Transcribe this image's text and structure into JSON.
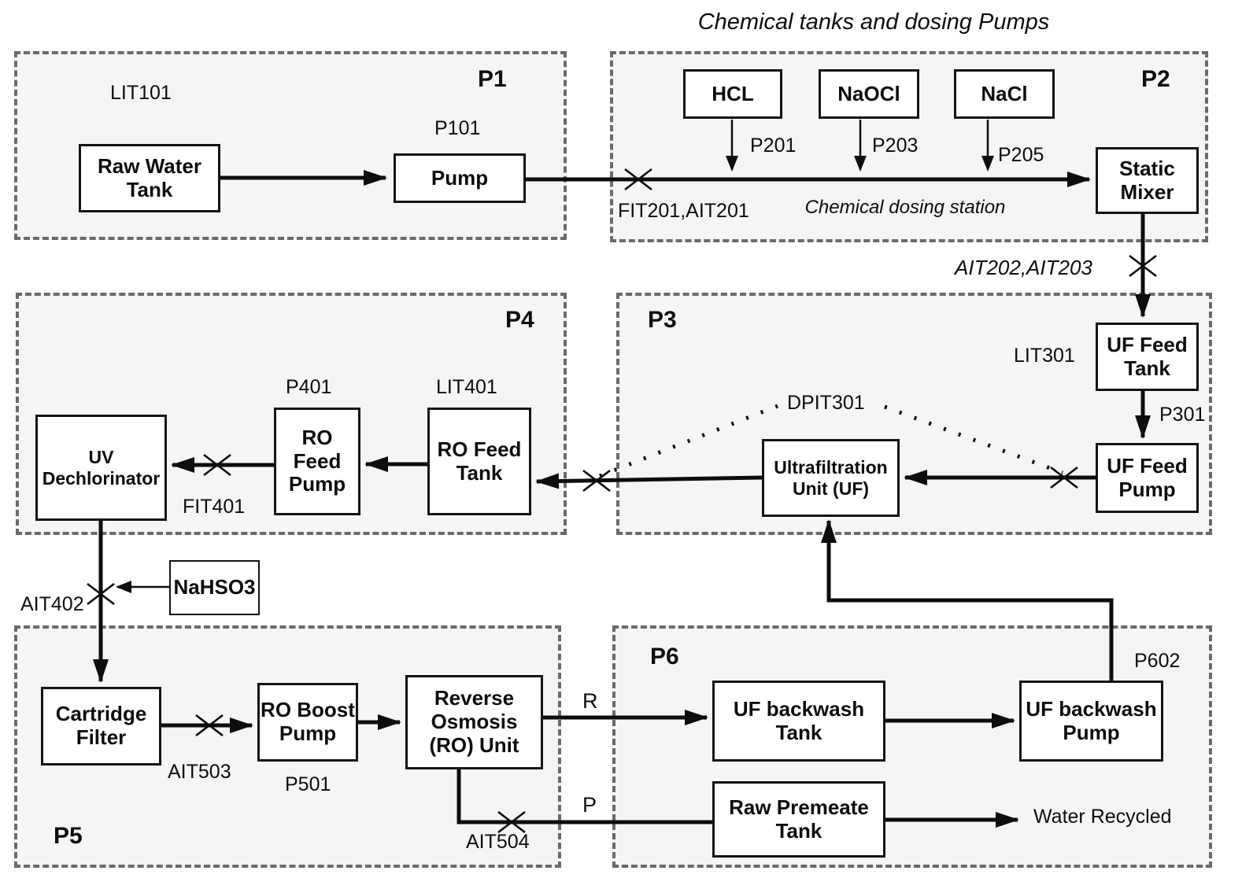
{
  "title": "Chemical tanks and dosing Pumps",
  "stages": {
    "p1": {
      "label": "P1"
    },
    "p2": {
      "label": "P2"
    },
    "p3": {
      "label": "P3"
    },
    "p4": {
      "label": "P4"
    },
    "p5": {
      "label": "P5"
    },
    "p6": {
      "label": "P6"
    }
  },
  "nodes": {
    "raw_water_tank": {
      "label": "Raw Water Tank"
    },
    "pump": {
      "label": "Pump"
    },
    "hcl": {
      "label": "HCL"
    },
    "naocl": {
      "label": "NaOCl"
    },
    "nacl": {
      "label": "NaCl"
    },
    "static_mixer": {
      "label": "Static Mixer"
    },
    "uf_feed_tank": {
      "label": "UF Feed Tank"
    },
    "uf_feed_pump": {
      "label": "UF Feed Pump"
    },
    "uf_unit": {
      "label": "Ultrafiltration Unit (UF)"
    },
    "ro_feed_tank": {
      "label": "RO Feed Tank"
    },
    "ro_feed_pump": {
      "label": "RO Feed Pump"
    },
    "uv_dechlorinator": {
      "label": "UV Dechlorinator"
    },
    "nahso3": {
      "label": "NaHSO3"
    },
    "cartridge_filter": {
      "label": "Cartridge Filter"
    },
    "ro_boost_pump": {
      "label": "RO Boost Pump"
    },
    "ro_unit": {
      "label": "Reverse Osmosis (RO) Unit"
    },
    "uf_backwash_tank": {
      "label": "UF backwash Tank"
    },
    "uf_backwash_pump": {
      "label": "UF backwash Pump"
    },
    "raw_premeate_tank": {
      "label": "Raw Premeate Tank"
    }
  },
  "instruments": {
    "lit101": "LIT101",
    "p101": "P101",
    "p201": "P201",
    "p203": "P203",
    "p205": "P205",
    "fit201_ait201": "FIT201,AIT201",
    "chem_station": "Chemical dosing station",
    "ait202_ait203": "AIT202,AIT203",
    "lit301": "LIT301",
    "p301": "P301",
    "dpit301": "DPIT301",
    "p401": "P401",
    "lit401": "LIT401",
    "fit401": "FIT401",
    "ait402": "AIT402",
    "ait503": "AIT503",
    "p501": "P501",
    "ait504": "AIT504",
    "p602": "P602",
    "stream_r": "R",
    "stream_p": "P",
    "water_recycled": "Water Recycled"
  },
  "colors": {
    "line": "#0d0d0d",
    "stage_border": "#6a6a6a",
    "stage_fill": "#f5f5f5",
    "node_fill": "#ffffff"
  }
}
